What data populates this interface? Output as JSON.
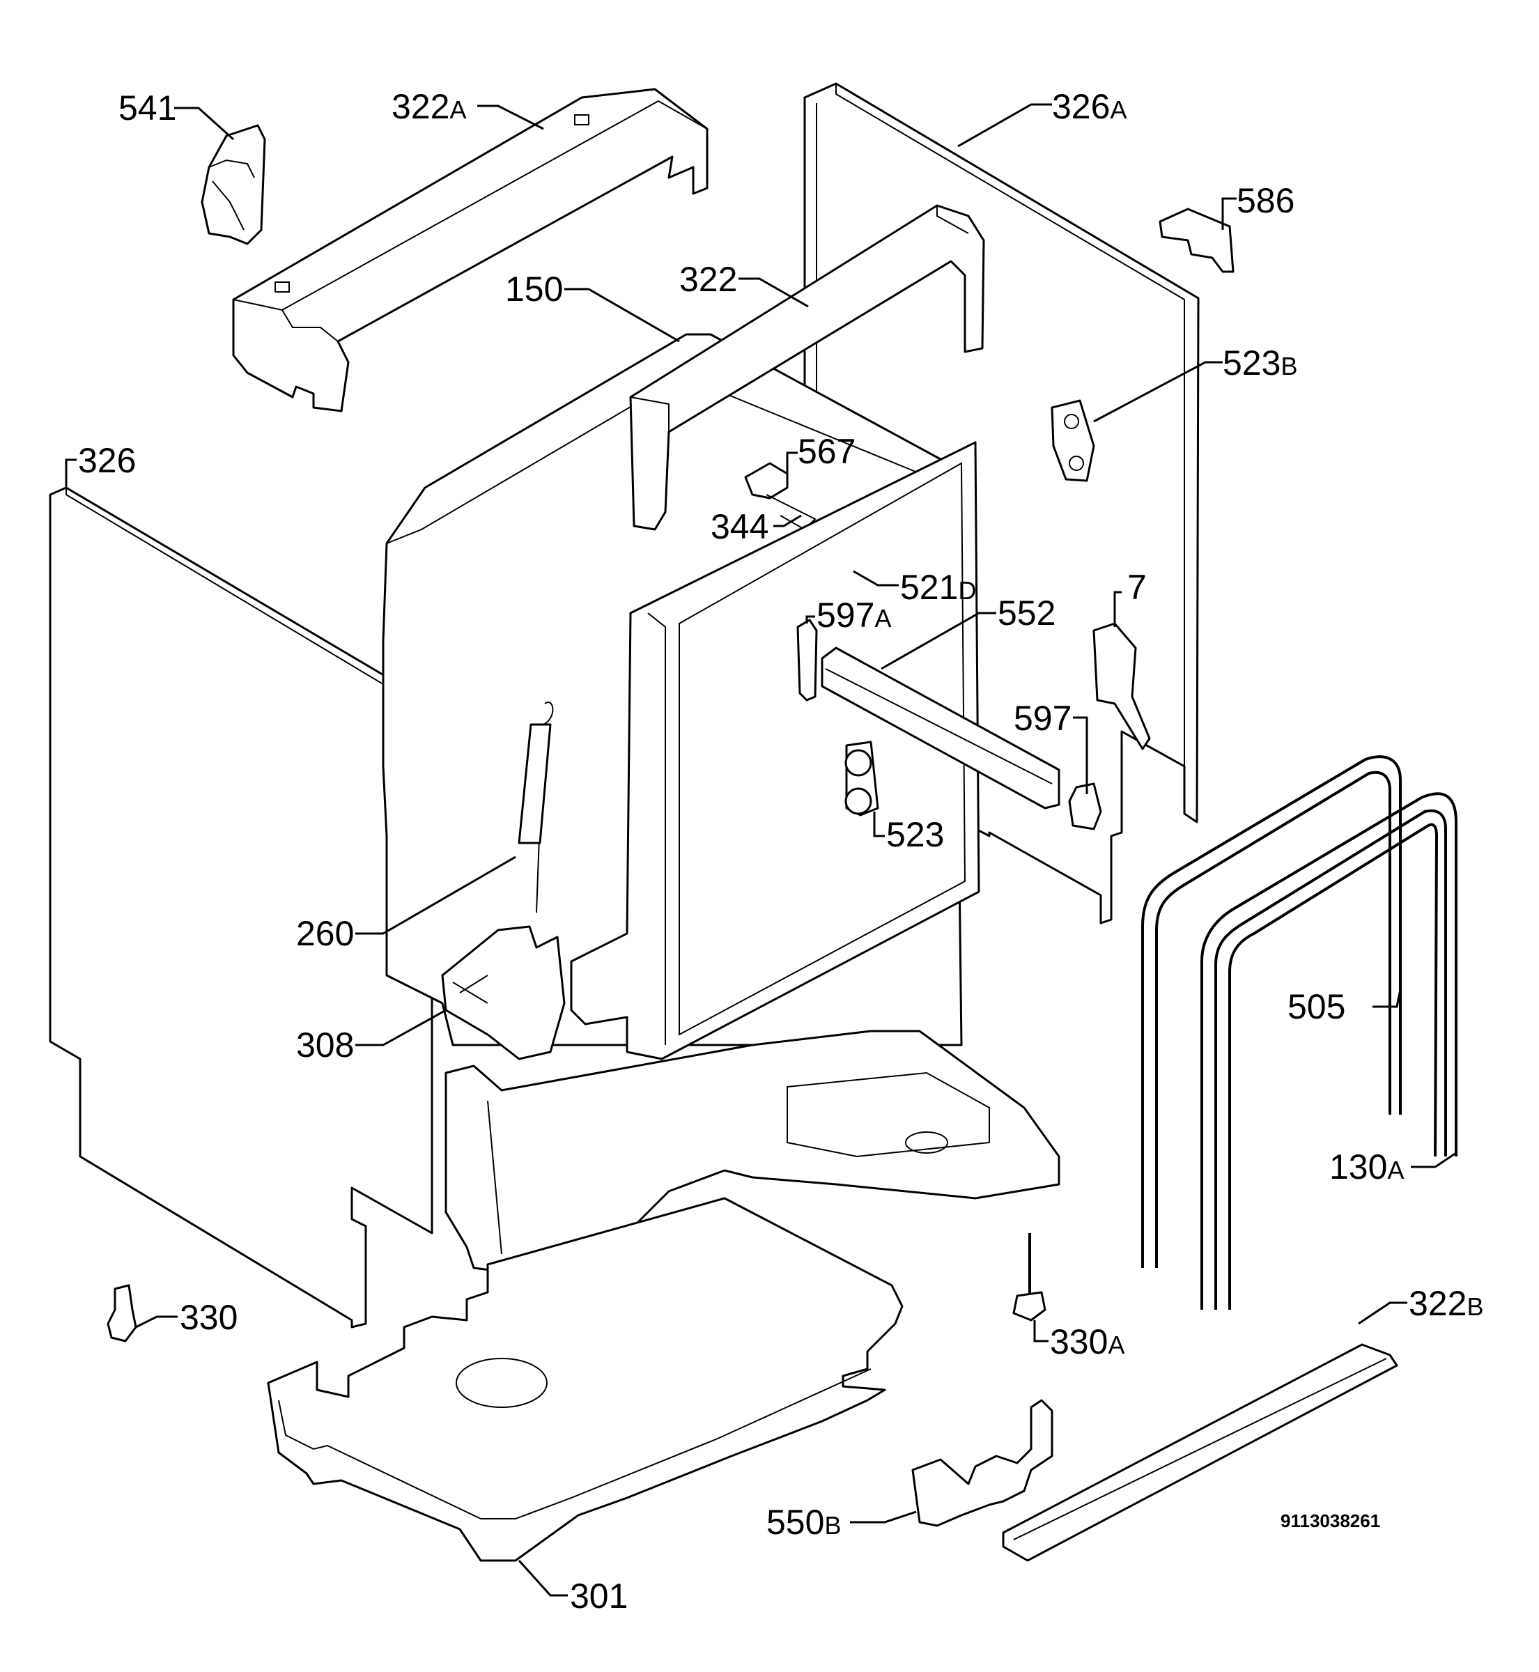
{
  "labels": [
    {
      "id": "541",
      "num": "541",
      "suffix": ""
    },
    {
      "id": "322a",
      "num": "322",
      "suffix": "A"
    },
    {
      "id": "326a",
      "num": "326",
      "suffix": "A"
    },
    {
      "id": "586",
      "num": "586",
      "suffix": ""
    },
    {
      "id": "150",
      "num": "150",
      "suffix": ""
    },
    {
      "id": "322",
      "num": "322",
      "suffix": ""
    },
    {
      "id": "523b",
      "num": "523",
      "suffix": "B"
    },
    {
      "id": "326",
      "num": "326",
      "suffix": ""
    },
    {
      "id": "567",
      "num": "567",
      "suffix": ""
    },
    {
      "id": "344",
      "num": "344",
      "suffix": ""
    },
    {
      "id": "521d",
      "num": "521",
      "suffix": "D"
    },
    {
      "id": "7",
      "num": "7",
      "suffix": ""
    },
    {
      "id": "597a",
      "num": "597",
      "suffix": "A"
    },
    {
      "id": "552",
      "num": "552",
      "suffix": ""
    },
    {
      "id": "597",
      "num": "597",
      "suffix": ""
    },
    {
      "id": "523",
      "num": "523",
      "suffix": ""
    },
    {
      "id": "260",
      "num": "260",
      "suffix": ""
    },
    {
      "id": "505",
      "num": "505",
      "suffix": ""
    },
    {
      "id": "308",
      "num": "308",
      "suffix": ""
    },
    {
      "id": "130a",
      "num": "130",
      "suffix": "A"
    },
    {
      "id": "330",
      "num": "330",
      "suffix": ""
    },
    {
      "id": "330a",
      "num": "330",
      "suffix": "A"
    },
    {
      "id": "322b",
      "num": "322",
      "suffix": "B"
    },
    {
      "id": "550b",
      "num": "550",
      "suffix": "B"
    },
    {
      "id": "301",
      "num": "301",
      "suffix": ""
    }
  ],
  "document_number": "9113038261"
}
